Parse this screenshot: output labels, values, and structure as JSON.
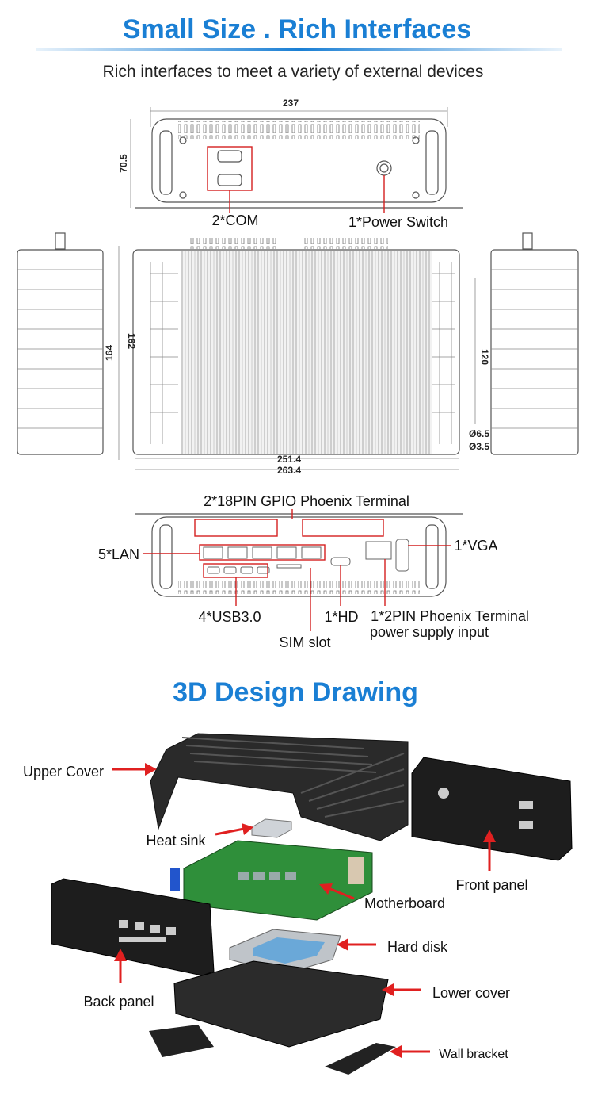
{
  "header": {
    "title": "Small Size . Rich Interfaces",
    "subtitle": "Rich interfaces to meet a variety of external devices",
    "accent_color": "#1a7fd4"
  },
  "front_view": {
    "dims": {
      "width": "237",
      "height": "70.5"
    },
    "labels": {
      "com": "2*COM",
      "power": "1*Power Switch"
    }
  },
  "top_view": {
    "dims": {
      "d164": "164",
      "d162": "162",
      "d120": "120",
      "hole1": "Ø6.5",
      "hole2": "Ø3.5",
      "w1": "251.4",
      "w2": "263.4"
    }
  },
  "rear_view": {
    "labels": {
      "gpio": "2*18PIN  GPIO Phoenix Terminal",
      "lan": "5*LAN",
      "vga": "1*VGA",
      "usb": "4*USB3.0",
      "hd": "1*HD",
      "power_terminal": "1*2PIN Phoenix Terminal",
      "power_input": "power supply input",
      "sim": "SIM slot"
    },
    "highlight_color": "#d42020"
  },
  "design": {
    "title": "3D Design Drawing",
    "parts": {
      "upper_cover": "Upper Cover",
      "heat_sink": "Heat sink",
      "front_panel": "Front panel",
      "motherboard": "Motherboard",
      "hard_disk": "Hard disk",
      "back_panel": "Back panel",
      "lower_cover": "Lower cover",
      "wall_bracket": "Wall bracket"
    },
    "arrow_color": "#e02020"
  }
}
